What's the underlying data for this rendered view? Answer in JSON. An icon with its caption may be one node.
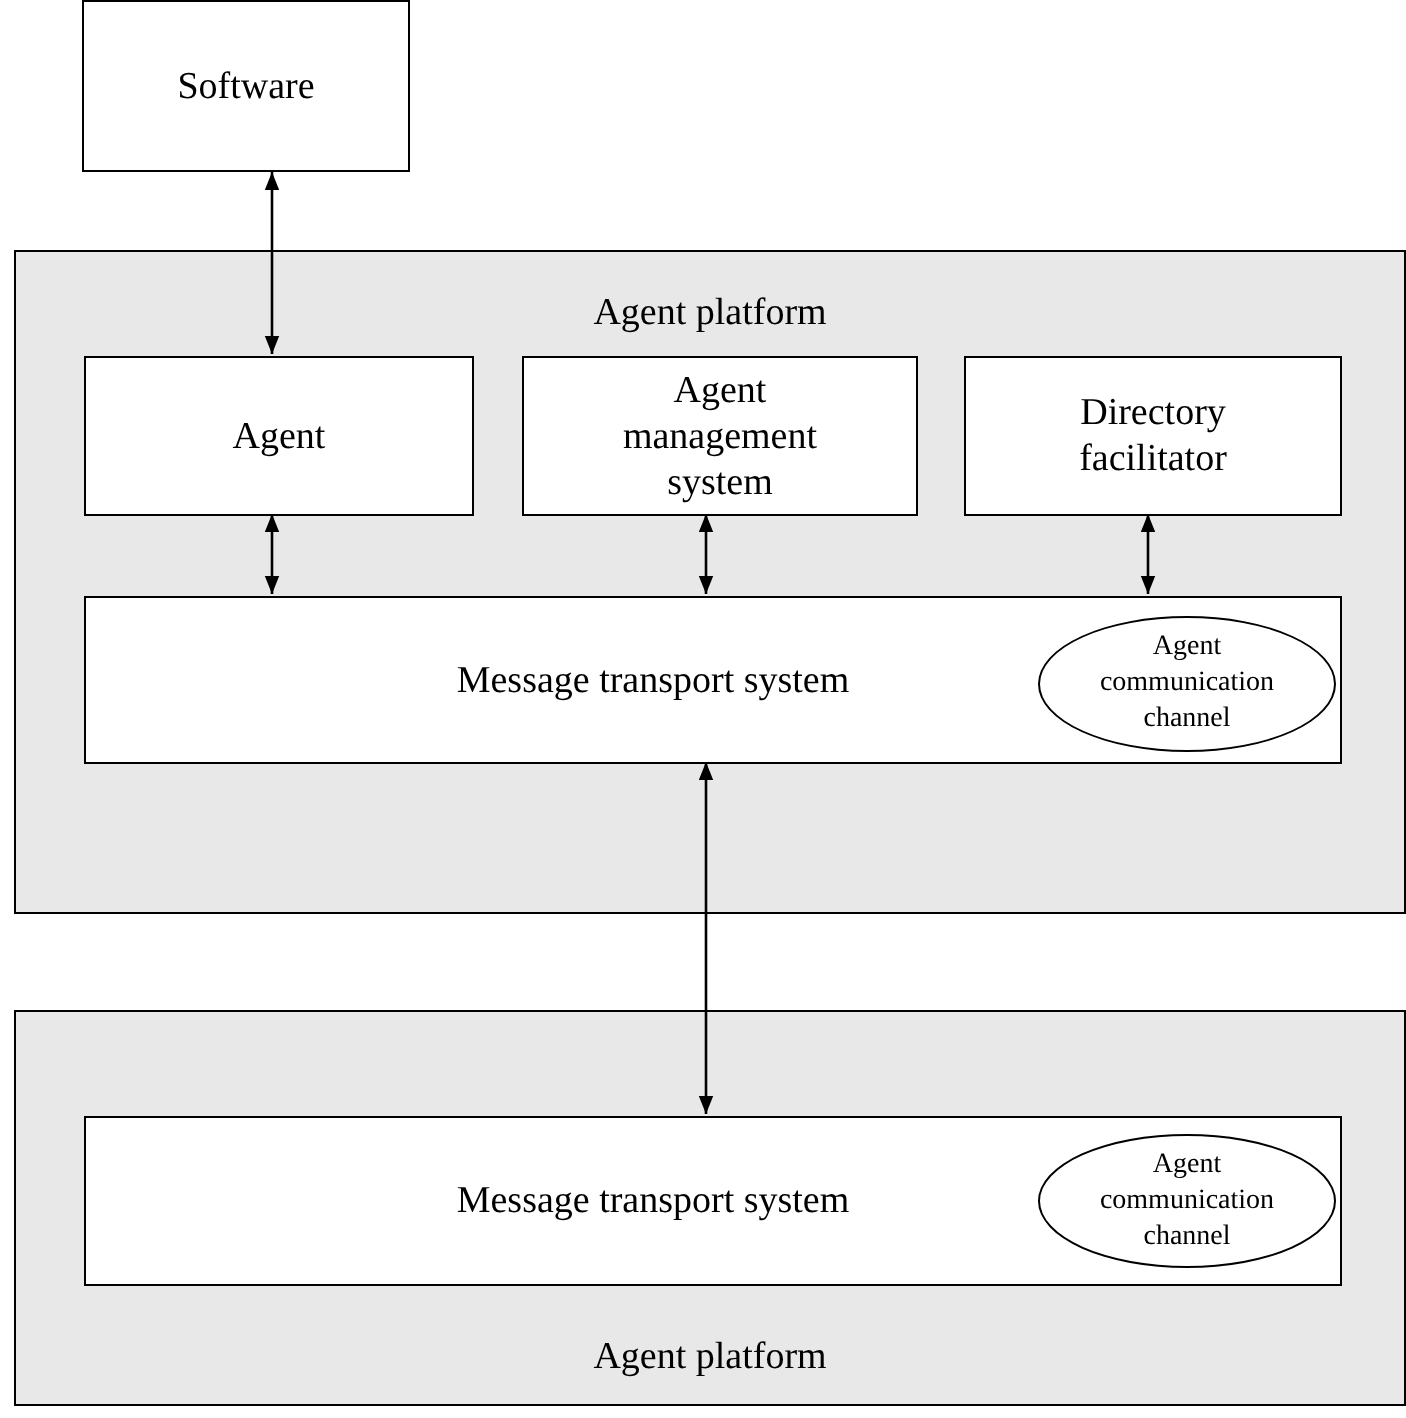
{
  "diagram": {
    "nodes": [
      {
        "text": [
          "Software"
        ]
      },
      {
        "text": [
          "Agent platform"
        ]
      },
      {
        "text": [
          "Agent"
        ],
        "in": 1
      },
      {
        "text": [
          "Agent management system"
        ],
        "in": 1
      },
      {
        "text": [
          "Directory facilitator"
        ],
        "in": 1
      },
      {
        "text": [
          "Message transport system"
        ],
        "in": 1
      },
      {
        "text": [
          "Agent communication channel"
        ],
        "in": 5
      },
      {
        "text": [
          "Agent platform"
        ]
      },
      {
        "text": [
          "Message transport system"
        ],
        "in": 7
      },
      {
        "text": [
          "Agent communication channel"
        ],
        "in": 8
      }
    ],
    "edges": [
      {
        "from": 0,
        "to": 2,
        "arrow": "both"
      },
      {
        "from": 2,
        "to": 5,
        "arrow": "both"
      },
      {
        "from": 3,
        "to": 5,
        "arrow": "both"
      },
      {
        "from": 4,
        "to": 5,
        "arrow": "both"
      },
      {
        "from": 5,
        "to": 8,
        "arrow": "both"
      }
    ]
  }
}
